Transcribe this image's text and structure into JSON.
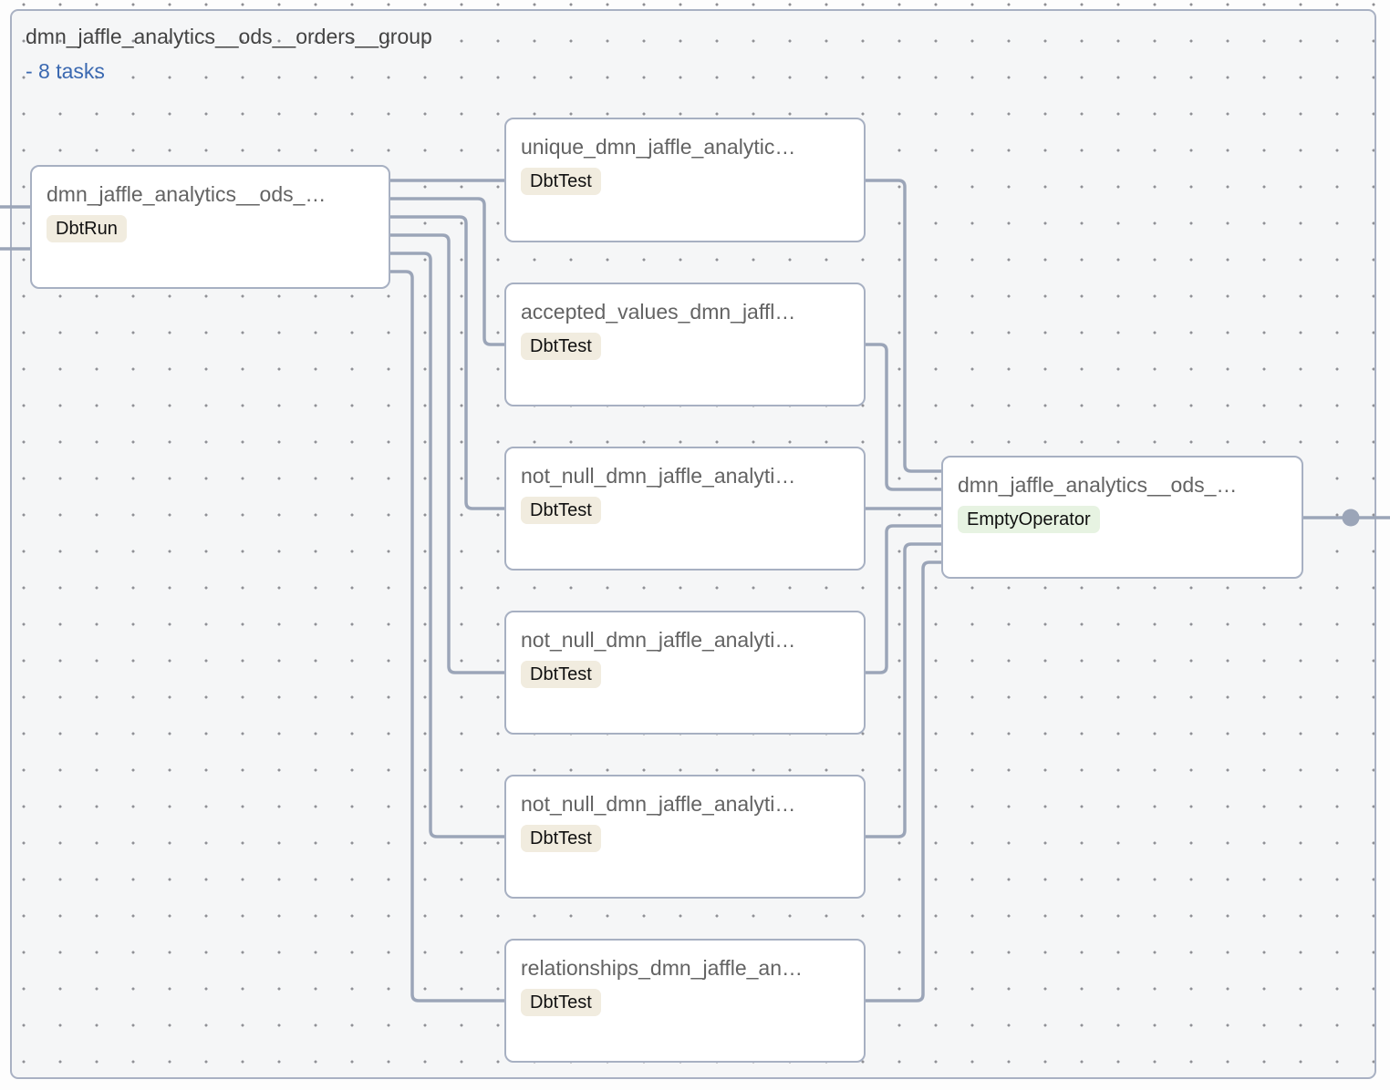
{
  "group": {
    "title": "dmn_jaffle_analytics__ods__orders__group",
    "tasks_toggle": "- 8 tasks"
  },
  "nodes": [
    {
      "title": "dmn_jaffle_analytics__ods_…",
      "operator": "DbtRun"
    },
    {
      "title": "unique_dmn_jaffle_analytic…",
      "operator": "DbtTest"
    },
    {
      "title": "accepted_values_dmn_jaffl…",
      "operator": "DbtTest"
    },
    {
      "title": "not_null_dmn_jaffle_analyti…",
      "operator": "DbtTest"
    },
    {
      "title": "not_null_dmn_jaffle_analyti…",
      "operator": "DbtTest"
    },
    {
      "title": "not_null_dmn_jaffle_analyti…",
      "operator": "DbtTest"
    },
    {
      "title": "relationships_dmn_jaffle_an…",
      "operator": "DbtTest"
    },
    {
      "title": "dmn_jaffle_analytics__ods_…",
      "operator": "EmptyOperator"
    }
  ],
  "colors": {
    "edge": "#9ba5b8",
    "node_border": "#a7b0c2",
    "group_border": "#a9b1c3",
    "dbt_badge_bg": "#f1ecdf",
    "empty_operator_badge_bg": "#e7f3e2",
    "tasks_link": "#3b69b1",
    "node_title_text": "#636363"
  }
}
